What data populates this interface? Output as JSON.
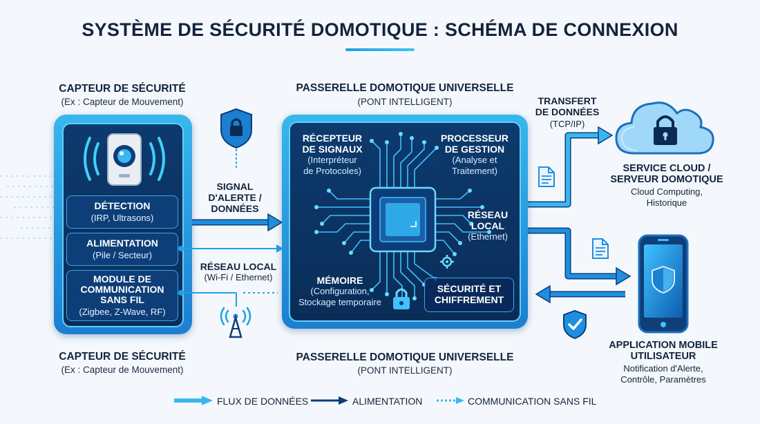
{
  "title": "SYSTÈME DE SÉCURITÉ DOMOTIQUE : SCHÉMA DE CONNEXION",
  "sensor": {
    "heading": "CAPTEUR DE SÉCURITÉ",
    "subheading": "(Ex : Capteur de Mouvement)",
    "modules": [
      {
        "title": "DÉTECTION",
        "detail": "(IRP, Ultrasons)"
      },
      {
        "title": "ALIMENTATION",
        "detail": "(Pile / Secteur)"
      },
      {
        "title": "MODULE DE\nCOMMUNICATION\nSANS FIL",
        "detail": "(Zigbee, Z-Wave, RF)"
      }
    ],
    "footer_heading": "CAPTEUR DE SÉCURITÉ",
    "footer_subheading": "(Ex : Capteur de Mouvement)"
  },
  "links": {
    "signal": "SIGNAL\nD'ALERTE /\nDONNÉES",
    "network_title": "RÉSEAU LOCAL",
    "network_detail": "(Wi-Fi / Ethernet)",
    "transfer_title": "TRANSFERT\nDE DONNÉES",
    "transfer_detail": "(TCP/IP)"
  },
  "gateway": {
    "heading": "PASSERELLE DOMOTIQUE UNIVERSELLE",
    "subheading": "(PONT INTELLIGENT)",
    "receiver_title": "RÉCEPTEUR\nDE SIGNAUX",
    "receiver_detail": "(Interpréteur\nde Protocoles)",
    "processor_title": "PROCESSEUR\nDE GESTION",
    "processor_detail": "(Analyse et\nTraitement)",
    "lan_title": "RÉSEAU\nLOCAL",
    "lan_detail": "(Ethernet)",
    "memory_title": "MÉMOIRE",
    "memory_detail": "(Configuration,\nStockage temporaire",
    "security_title": "SÉCURITÉ ET\nCHIFFREMENT",
    "footer_heading": "PASSERELLE DOMOTIQUE UNIVERSELLE",
    "footer_subheading": "(PONT INTELLIGENT)"
  },
  "cloud": {
    "title": "SERVICE CLOUD /\nSERVEUR DOMOTIQUE",
    "detail": "Cloud Computing,\nHistorique"
  },
  "mobile": {
    "title": "APPLICATION MOBILE\nUTILISATEUR",
    "detail": "Notification d'Alerte,\nContrôle, Paramètres"
  },
  "legend": [
    {
      "label": "FLUX DE DONNÉES",
      "style": "light-arrow"
    },
    {
      "label": "ALIMENTATION",
      "style": "dark-arrow"
    },
    {
      "label": "COMMUNICATION SANS FIL",
      "style": "dotted-arrow"
    }
  ],
  "colors": {
    "accent": "#1ea0e6",
    "panel_dark": "#0a2d58",
    "text_dark": "#14233b"
  }
}
